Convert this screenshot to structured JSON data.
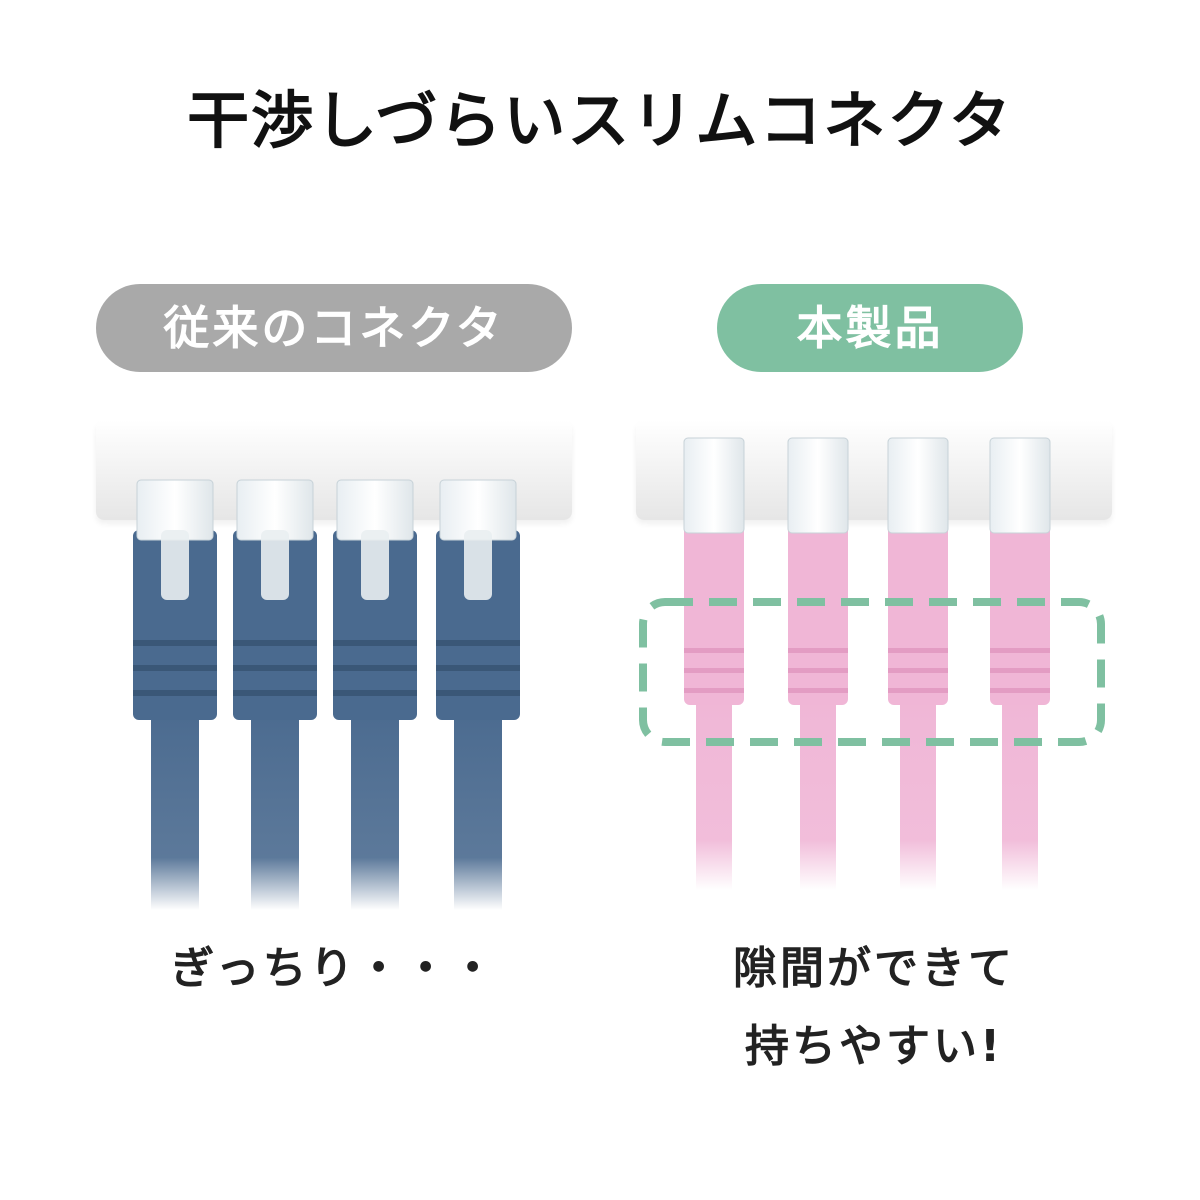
{
  "title": "干渉しづらいスリムコネクタ",
  "left": {
    "label": "従来のコネクタ",
    "caption": "ぎっちり・・・",
    "color": "#4a6a8f"
  },
  "right": {
    "label": "本製品",
    "caption_line1": "隙間ができて",
    "caption_line2": "持ちやすい!",
    "color": "#f0b6d6",
    "highlight_color": "#7fc0a1"
  }
}
